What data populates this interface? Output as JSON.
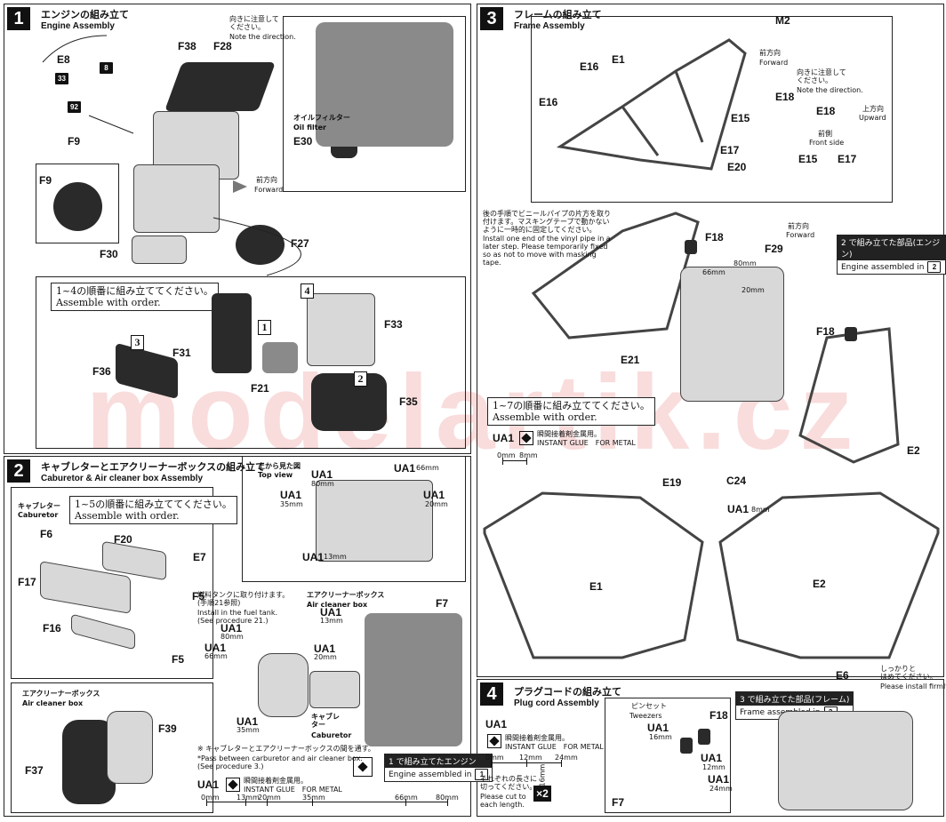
{
  "watermark": "modelartik.cz",
  "step1": {
    "num": "1",
    "title_jp": "エンジンの組み立て",
    "title_en": "Engine Assembly",
    "note_dir_jp": "向きに注意して\nください。",
    "note_dir_en": "Note the direction.",
    "oil_filter_jp": "オイルフィルター",
    "oil_filter_en": "Oil filter",
    "forward_jp": "前方向",
    "forward_en": "Forward",
    "order_jp": "1~4の順番に組み立ててください。",
    "order_en": "Assemble with order.",
    "labels": {
      "E8": "E8",
      "F38": "F38",
      "F28": "F28",
      "F9a": "F9",
      "F9b": "F9",
      "E30": "E30",
      "F30": "F30",
      "F27": "F27",
      "F33": "F33",
      "F31": "F31",
      "F36": "F36",
      "F21": "F21",
      "F35": "F35"
    },
    "nums": {
      "n8": "8",
      "n33": "33",
      "n92": "92"
    },
    "order_nums": [
      "1",
      "2",
      "3",
      "4"
    ]
  },
  "step2": {
    "num": "2",
    "title_jp": "キャブレターとエアクリーナーボックスの組み立て",
    "title_en": "Caburetor & Air cleaner box Assembly",
    "carb_jp": "キャブレター",
    "carb_en": "Caburetor",
    "order_jp": "1~5の順番に組み立ててください。",
    "order_en": "Assemble with order.",
    "airbox_jp": "エアクリーナーボックス",
    "airbox_en": "Air cleaner box",
    "topview_jp": "上から見た図",
    "topview_en": "Top view",
    "fuel_jp": "燃料タンクに取り付けます。\n(手順21参照)",
    "fuel_en": "Install in the fuel tank.\n(See procedure 21.)",
    "carb2_jp": "キャブレ\nター",
    "carb2_en": "Caburetor",
    "pass_jp": "※ キャブレターとエアクリーナーボックスの間を通す。",
    "pass_en": "*Pass between carburetor and air cleaner box.\n(See procedure 3.)",
    "assembled_jp": "1 で組み立てたエンジン",
    "assembled_en": "Engine assembled in",
    "assembled_ref": "1",
    "glue_code": "UA1",
    "glue_jp": "瞬間接着剤金属用。",
    "glue_en": "INSTANT GLUE　FOR METAL",
    "ruler": [
      "0mm",
      "13mm",
      "20mm",
      "35mm",
      "66mm",
      "80mm"
    ],
    "labels": {
      "F6": "F6",
      "F20": "F20",
      "E7": "E7",
      "F17": "F17",
      "F5a": "F5",
      "F5b": "F5",
      "F16": "F16",
      "F39": "F39",
      "F37": "F37",
      "F7": "F7"
    },
    "ua": [
      "UA1",
      "UA1",
      "UA1",
      "UA1",
      "UA1",
      "UA1",
      "UA1",
      "UA1",
      "UA1",
      "UA1"
    ],
    "mm": {
      "m66": "66mm",
      "m80": "80mm",
      "m35": "35mm",
      "m20": "20mm",
      "m13": "13mm"
    }
  },
  "step3": {
    "num": "3",
    "title_jp": "フレームの組み立て",
    "title_en": "Frame Assembly",
    "note_dir_jp": "向きに注意して\nください。",
    "note_dir_en": "Note the direction.",
    "forward_jp": "前方向",
    "forward_en": "Forward",
    "upward_jp": "上方向",
    "upward_en": "Upward",
    "front_jp": "前側",
    "front_en": "Front side",
    "vinyl_note": "後の手順でビニールパイプの片方を取り\n付けます。マスキングテープで動かない\nように一時的に固定してください。\nInstall one end of the vinyl pipe in a\nlater step. Please temporarily fixed\nso as not to move with masking\ntape.",
    "order_jp": "1~7の順番に組み立ててください。",
    "order_en": "Assemble with order.",
    "assembled_jp": "2 で組み立てた部品(エンジン)",
    "assembled_en": "Engine assembled in",
    "assembled_ref": "2",
    "glue_code": "UA1",
    "glue_jp": "瞬間接着剤金属用。",
    "glue_en": "INSTANT GLUE　FOR METAL",
    "ruler": [
      "0mm",
      "8mm"
    ],
    "labels": {
      "M2": "M2",
      "E1a": "E1",
      "E1b": "E1",
      "E16a": "E16",
      "E16b": "E16",
      "E18a": "E18",
      "E18b": "E18",
      "E15a": "E15",
      "E15b": "E15",
      "E17a": "E17",
      "E17b": "E17",
      "E20": "E20",
      "F18a": "F18",
      "F18b": "F18",
      "F29": "F29",
      "E21": "E21",
      "E19": "E19",
      "C24": "C24",
      "E2a": "E2",
      "E2b": "E2"
    },
    "mm": {
      "m66": "66mm",
      "m80": "80mm",
      "m20": "20mm",
      "m8": "8mm"
    }
  },
  "step4": {
    "num": "4",
    "title_jp": "プラグコードの組み立て",
    "title_en": "Plug cord Assembly",
    "glue_code": "UA1",
    "glue_jp": "瞬間接着剤金属用。",
    "glue_en": "INSTANT GLUE　FOR METAL",
    "ruler": [
      "0mm",
      "12mm",
      "24mm"
    ],
    "cut_jp": "それぞれの長さに\n切ってください。",
    "cut_en": "Please cut to\neach length.",
    "cut_len": "16mm",
    "times": "×2",
    "tweezers_jp": "ピンセット",
    "tweezers_en": "Tweezers",
    "install_jp": "しっかりと\nはめてください。",
    "install_en": "Please install firmly",
    "assembled_jp": "3 で組み立てた部品(フレーム)",
    "assembled_en": "Frame assembled in",
    "assembled_ref": "3",
    "labels": {
      "F18": "F18",
      "F7": "F7",
      "E6": "E6"
    },
    "ua": {
      "u16": "UA1",
      "u12": "UA1",
      "u24": "UA1"
    },
    "mm": {
      "m16": "16mm",
      "m12": "12mm",
      "m24": "24mm"
    }
  }
}
